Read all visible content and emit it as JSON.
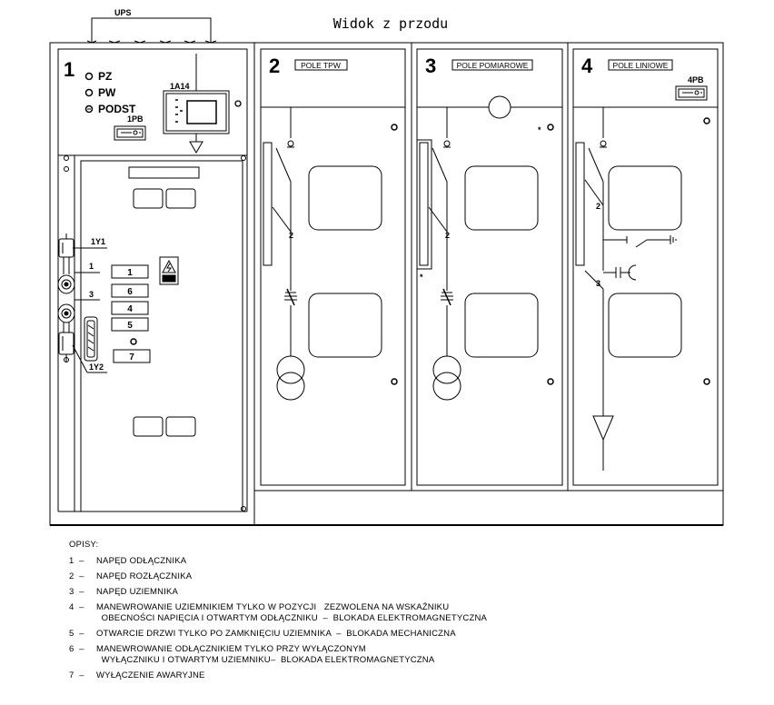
{
  "title": "Widok z przodu",
  "ups_label": "UPS",
  "panels": [
    {
      "number": "1"
    },
    {
      "number": "2",
      "name": "POLE TPW"
    },
    {
      "number": "3",
      "name": "POLE POMIAROWE"
    },
    {
      "number": "4",
      "name": "POLE LINIOWE"
    }
  ],
  "indicators": [
    "PZ",
    "PW",
    "PODST"
  ],
  "labels": {
    "lbl_1a14": "1A14",
    "lbl_1pb": "1PB",
    "lbl_4pb": "4PB",
    "lbl_1y1": "1Y1",
    "lbl_1y2": "1Y2",
    "lbl_1": "1",
    "lbl_3": "3",
    "lbl_2": "2",
    "lbl_star": "*"
  },
  "keys": [
    "1",
    "6",
    "4",
    "5",
    "7"
  ],
  "legend": {
    "header": "OPISY:",
    "items": [
      {
        "num": "1  –",
        "text": "NAPĘD ODŁĄCZNIKA"
      },
      {
        "num": "2  –",
        "text": "NAPĘD ROZŁĄCZNIKA"
      },
      {
        "num": "3  –",
        "text": "NAPĘD UZIEMNIKA"
      },
      {
        "num": "4  –",
        "text": "MANEWROWANIE UZIEMNIKIEM TYLKO W POZYCJI   ZEZWOLENA NA WSKAŹNIKU\n  OBECNOŚCI NAPIĘCIA I OTWARTYM ODŁĄCZNIKU  –  BLOKADA ELEKTROMAGNETYCZNA"
      },
      {
        "num": "5  –",
        "text": "OTWARCIE DRZWI TYLKO PO ZAMKNIĘCIU UZIEMNIKA  –  BLOKADA MECHANICZNA"
      },
      {
        "num": "6  –",
        "text": "MANEWROWANIE ODŁĄCZNIKIEM TYLKO PRZY WYŁĄCZONYM\n  WYŁĄCZNIKU I OTWARTYM UZIEMNIKU–  BLOKADA ELEKTROMAGNETYCZNA"
      },
      {
        "num": "7  –",
        "text": "WYŁĄCZENIE AWARYJNE"
      }
    ]
  }
}
